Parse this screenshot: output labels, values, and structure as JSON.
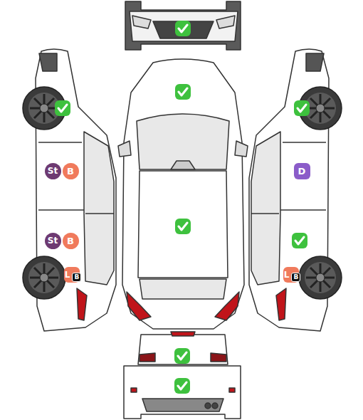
{
  "diagram": {
    "nodes": [
      {
        "text": [
          "St"
        ]
      },
      {
        "text": [
          "B"
        ]
      },
      {
        "text": [
          "D"
        ]
      },
      {
        "text": [
          "St"
        ]
      },
      {
        "text": [
          "B"
        ]
      },
      {
        "text": [
          "L",
          "B"
        ]
      },
      {
        "text": [
          "L",
          "B"
        ]
      }
    ]
  }
}
